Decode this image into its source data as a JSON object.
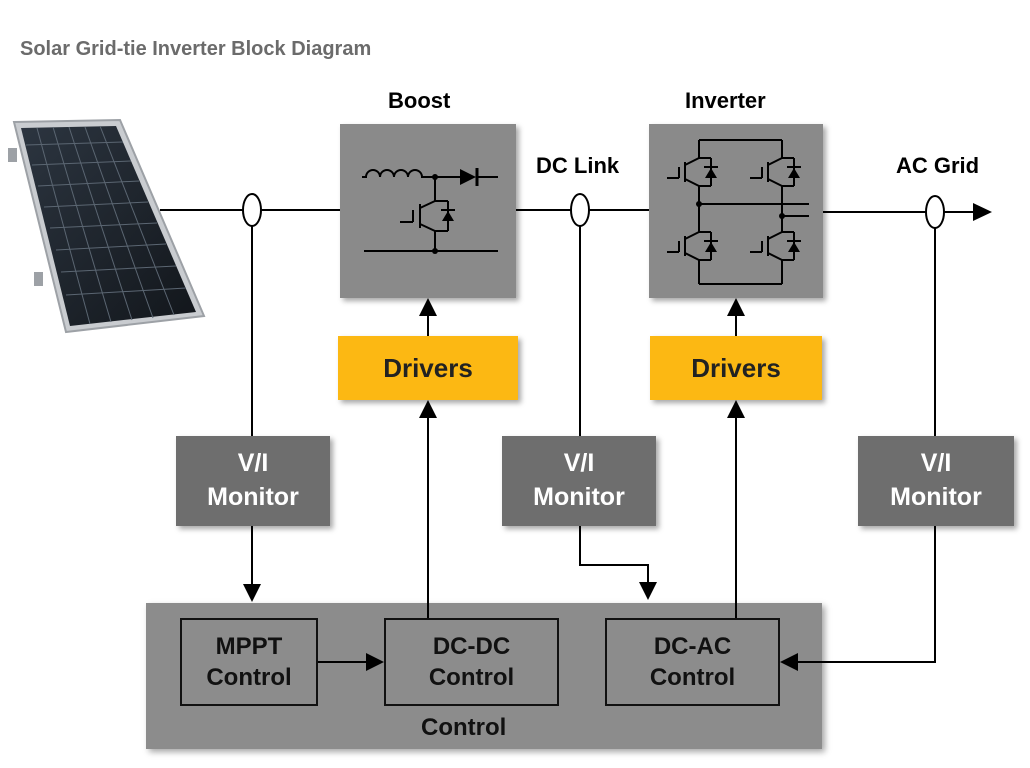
{
  "title": "Solar Grid-tie Inverter Block Diagram",
  "labels": {
    "boost": "Boost",
    "inverter": "Inverter",
    "dc_link": "DC Link",
    "ac_grid": "AC Grid"
  },
  "monitors": [
    {
      "line1": "V/I",
      "line2": "Monitor"
    },
    {
      "line1": "V/I",
      "line2": "Monitor"
    },
    {
      "line1": "V/I",
      "line2": "Monitor"
    }
  ],
  "drivers": [
    "Drivers",
    "Drivers"
  ],
  "control": {
    "panel_label": "Control",
    "mppt": {
      "line1": "MPPT",
      "line2": "Control"
    },
    "dcdc": {
      "line1": "DC-DC",
      "line2": "Control"
    },
    "dcac": {
      "line1": "DC-AC",
      "line2": "Control"
    }
  },
  "colors": {
    "driver": "#fcb813",
    "monitor": "#6e6e6e",
    "switch_block": "#8a8a8a",
    "control_panel": "#8c8c8c",
    "title": "#6b6b6b"
  },
  "icons": [
    "solar-panel-icon",
    "inductor-icon",
    "diode-icon",
    "igbt-icon",
    "current-sensor-icon"
  ]
}
